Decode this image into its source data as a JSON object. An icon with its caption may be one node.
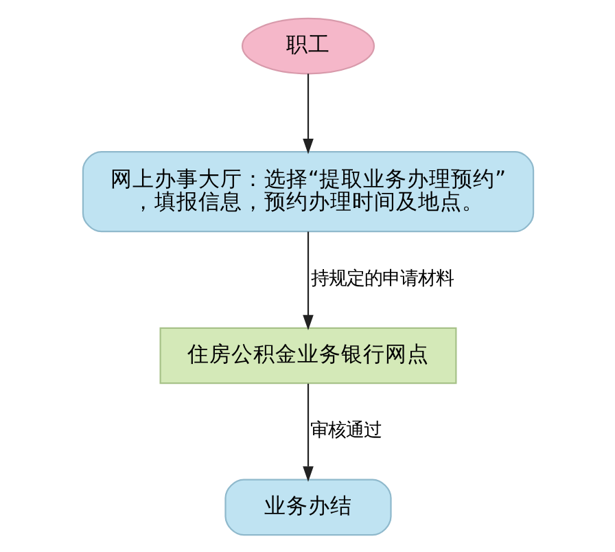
{
  "diagram": {
    "nodes": [
      {
        "text": [
          "职工"
        ]
      },
      {
        "text": [
          "网上办事大厅：选择“提取业务办理预约”，填报信息，预约办理时间及地点。"
        ]
      },
      {
        "text": [
          "住房公积金业务银行网点"
        ]
      },
      {
        "text": [
          "业务办结"
        ]
      }
    ],
    "edges": [
      {
        "from": 0,
        "to": 1,
        "arrow": "to"
      },
      {
        "from": 1,
        "to": 2,
        "arrow": "to",
        "label": "持规定的申请材料"
      },
      {
        "from": 2,
        "to": 3,
        "arrow": "to",
        "label": "审核通过"
      }
    ]
  }
}
